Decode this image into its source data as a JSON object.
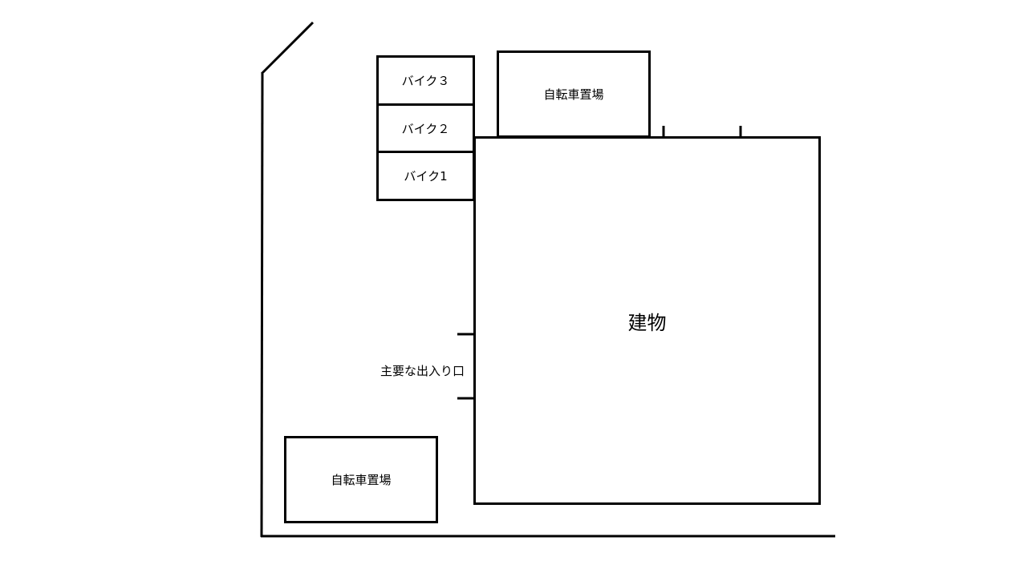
{
  "parking": {
    "bike3": "バイク３",
    "bike2": "バイク２",
    "bike1": "バイク1",
    "bicycle_top": "自転車置場",
    "bicycle_bottom": "自転車置場"
  },
  "building": {
    "label": "建物"
  },
  "entrance": {
    "label": "主要な出入り口"
  }
}
